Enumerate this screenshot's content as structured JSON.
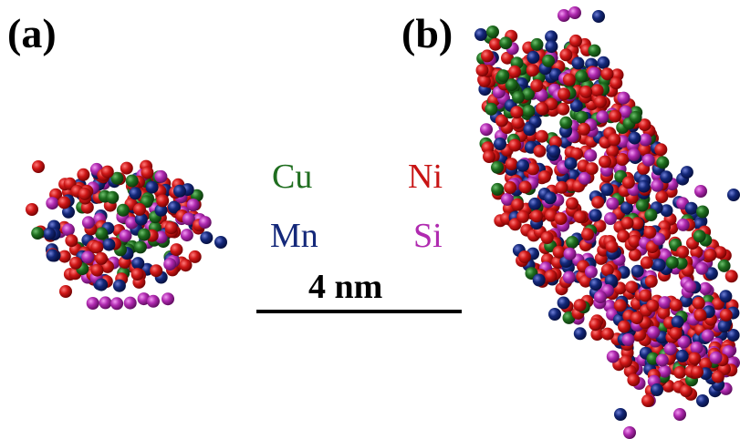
{
  "panels": {
    "a": {
      "label": "(a)"
    },
    "b": {
      "label": "(b)"
    }
  },
  "legend": {
    "cu": {
      "label": "Cu",
      "color": "#1f6e1f"
    },
    "ni": {
      "label": "Ni",
      "color": "#c81414"
    },
    "mn": {
      "label": "Mn",
      "color": "#14287a"
    },
    "si": {
      "label": "Si",
      "color": "#b02ab0"
    }
  },
  "scale_bar": {
    "label": "4 nm"
  }
}
